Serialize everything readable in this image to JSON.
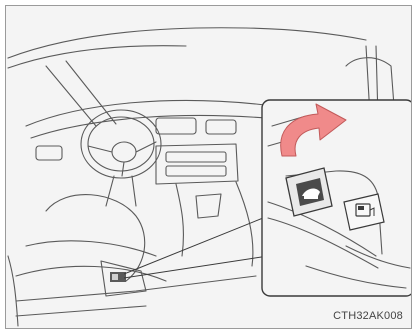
{
  "figure": {
    "code_label": "CTH32AK008",
    "accent_color": "#f08a8a",
    "line_color": "#5a5a5a",
    "panel_fill": "#f4f4f4"
  },
  "icons": [
    "car-interior-illustration",
    "curved-arrow-icon",
    "fuel-door-opener-lever-icon",
    "hood-release-lever-icon",
    "leader-line"
  ]
}
